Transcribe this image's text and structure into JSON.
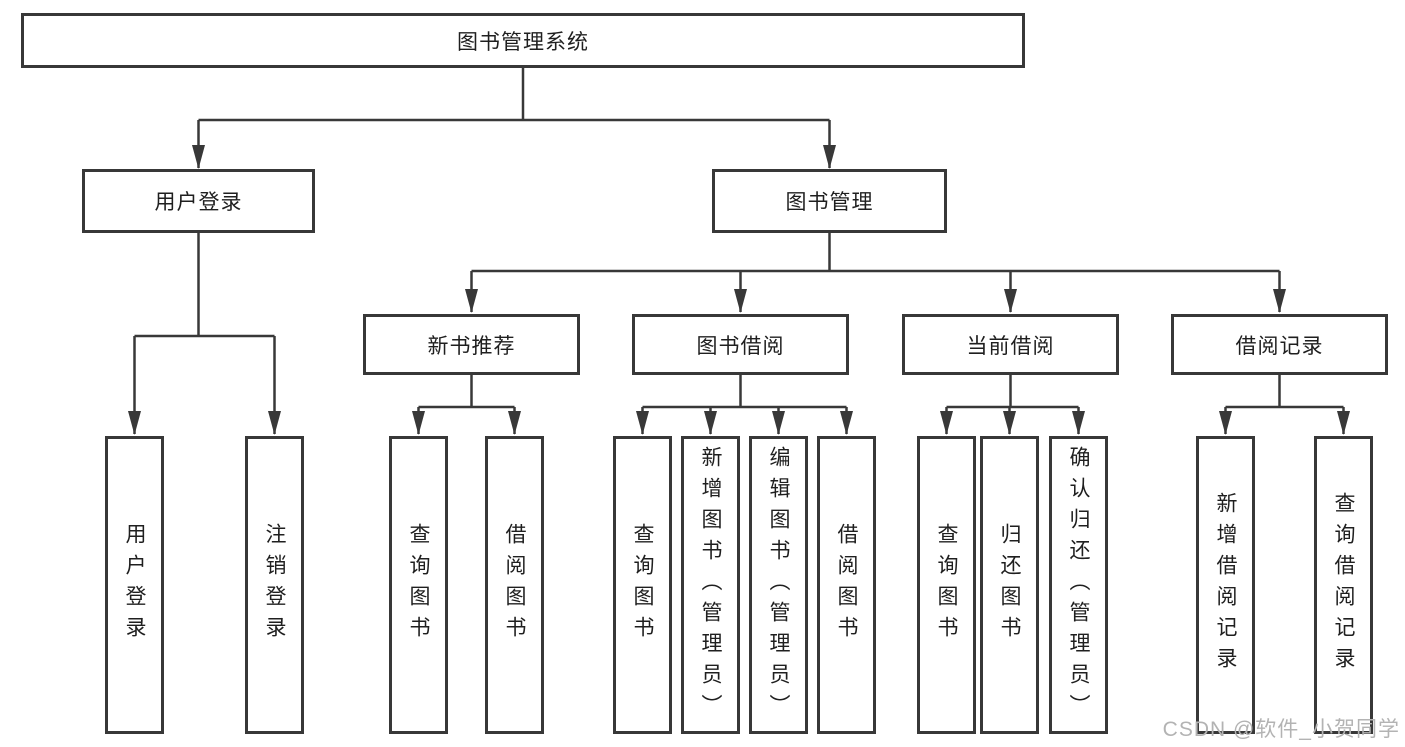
{
  "diagram": {
    "root": {
      "label": "图书管理系统"
    },
    "branches": {
      "user_login": {
        "label": "用户登录",
        "children": {
          "login": "用户登录",
          "logout": "注销登录"
        }
      },
      "book_management": {
        "label": "图书管理",
        "sections": {
          "new_book": {
            "label": "新书推荐",
            "children": {
              "query": "查询图书",
              "borrow": "借阅图书"
            }
          },
          "borrow": {
            "label": "图书借阅",
            "children": {
              "query": "查询图书",
              "add": "新增图书（管理员）",
              "edit": "编辑图书（管理员）",
              "borrow": "借阅图书"
            }
          },
          "current": {
            "label": "当前借阅",
            "children": {
              "query": "查询图书",
              "return": "归还图书",
              "confirm": "确认归还（管理员）"
            }
          },
          "records": {
            "label": "借阅记录",
            "children": {
              "add": "新增借阅记录",
              "query": "查询借阅记录"
            }
          }
        }
      }
    }
  },
  "watermark": "CSDN @软件_小贺同学",
  "colors": {
    "line": "#383838",
    "text": "#1f1f1f",
    "watermark": "#b3b3b3",
    "background": "#ffffff"
  }
}
